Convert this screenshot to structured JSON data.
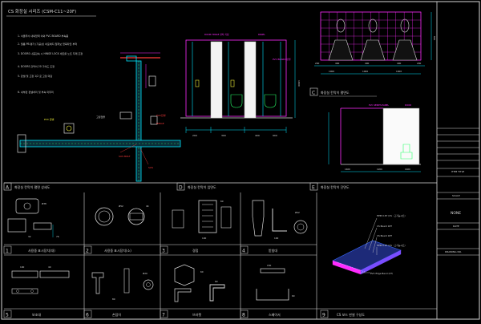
{
  "header_title": "CS 화장실 시리즈 (CSM-C11~20F)",
  "spec_notes": [
    "1. 서클무늬 내외압력 이외 PVC BOARD 부속품",
    "2. 필름 PB 평가 (가공상) 아웃에지 접착보 압축타입 부착",
    "3. DOORS 나중감속 시 HINGE LOCK 세트를 노트 두께 조정",
    "4. DOORS 칸막이 20 가이드 조정",
    "5. 판넬 및 고정 1/2 로 고정 마감",
    "6. 내부판 판넬처리 및 부속 마무리"
  ],
  "left_detail_labels": {
    "a": "PVC 판넬",
    "b": "고정철물",
    "c": "PVC판넬",
    "d": "HINGE",
    "e": "SUS BOLT",
    "f": "SUS"
  },
  "front_elev_labels": {
    "top1": "DOOR HINGE 설치 지정",
    "top2": "PANEL",
    "right": "PVC BOARD 판넬",
    "bot1": "200",
    "bot2": "300",
    "bot3": "400",
    "bot4": "900",
    "height": "1800"
  },
  "wall_dims": {
    "top": [
      "200",
      "400",
      "400",
      "400",
      "200"
    ],
    "bottom": [
      "1000",
      "1000",
      "1000"
    ],
    "height": "900"
  },
  "section_c": {
    "letter": "C",
    "title": "화장실 칸막이 평면도",
    "label1": "PVC SERIES PANEL",
    "label2": "DOOR",
    "dims": [
      "1400",
      "1200",
      "1400"
    ]
  },
  "sections": [
    {
      "letter": "A",
      "title": "화장실 칸막이 평면 상세도"
    },
    {
      "letter": "D",
      "title": "화장실 칸막이 입면도"
    },
    {
      "letter": "E",
      "title": "화장실 칸막이 단면도"
    }
  ],
  "parts": [
    {
      "num": "1",
      "title": "사용중 표시장치(대)"
    },
    {
      "num": "2",
      "title": "사용중 표시장치(소)"
    },
    {
      "num": "3",
      "title": "경첩"
    },
    {
      "num": "4",
      "title": "받침대"
    },
    {
      "num": "5",
      "title": "보조대"
    },
    {
      "num": "6",
      "title": "손잡이"
    },
    {
      "num": "7",
      "title": "브라켓"
    },
    {
      "num": "8",
      "title": "스페이서"
    },
    {
      "num": "9",
      "title": "CS 보드 판넬 구성도"
    }
  ],
  "part_dims": {
    "p1": [
      "Ø38",
      "32",
      "76"
    ],
    "p2": [
      "Ø52",
      "44"
    ],
    "p3": [
      "60",
      "100"
    ],
    "p4": [
      "Ø42",
      "100"
    ],
    "p5": [
      "100",
      "40"
    ],
    "p6": [
      "Ø20",
      "80"
    ],
    "p7": [
      "60",
      "60"
    ],
    "p8": [
      "150",
      "60"
    ]
  },
  "board_labels": [
    "HPM 0.6T (CS : 고기능시트)",
    "CS Board 18T",
    "CS Board 18T",
    "HPM 0.6T (CS : 고기능시트)",
    "PVC Edge Band (2T)"
  ],
  "title_block": {
    "item_title": "ITEM TITLE",
    "scale_label": "SCALE",
    "scale": "NONE",
    "date": "DATE",
    "drawing_no": "DRAWING NO."
  },
  "colors": {
    "line": "#d8d8d8",
    "cyan": "#00e5ff",
    "magenta": "#ff2bff",
    "red": "#ff3b3b",
    "green": "#29ff6a",
    "yellow": "#f2f23a",
    "blue": "#3a6bff"
  }
}
